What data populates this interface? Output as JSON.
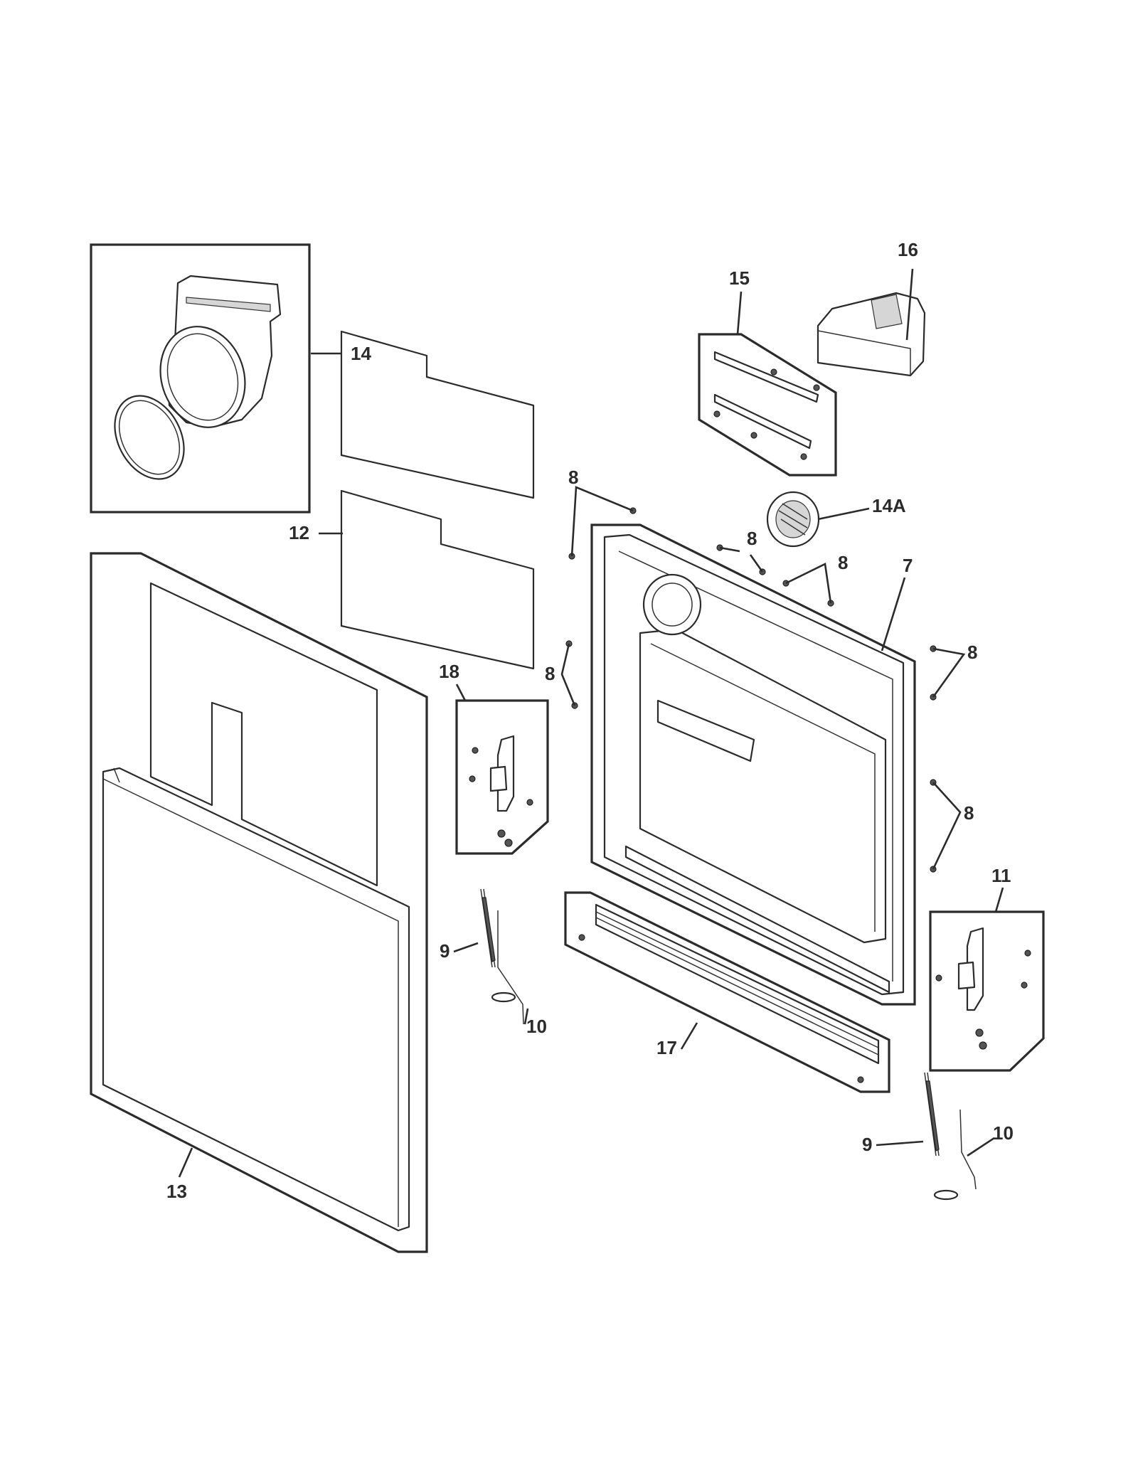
{
  "callouts": {
    "c7": "7",
    "c8a": "8",
    "c8b": "8",
    "c8c": "8",
    "c8d": "8",
    "c8e": "8",
    "c8f": "8",
    "c9a": "9",
    "c9b": "9",
    "c10a": "10",
    "c10b": "10",
    "c11": "11",
    "c12": "12",
    "c13": "13",
    "c14": "14",
    "c14a": "14A",
    "c15": "15",
    "c16": "16",
    "c17": "17",
    "c18": "18"
  }
}
